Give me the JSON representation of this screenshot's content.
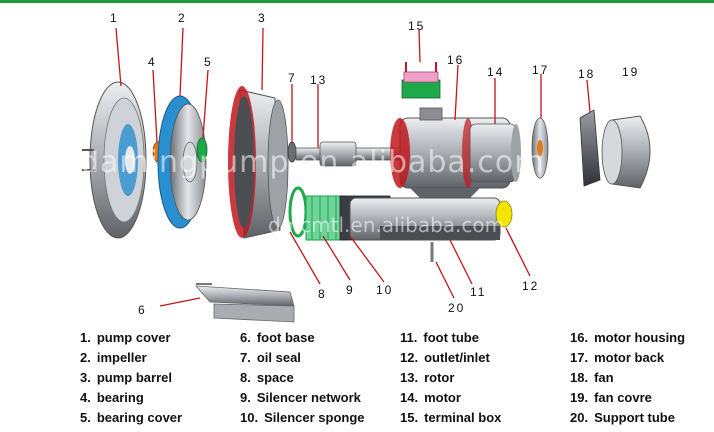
{
  "watermarks": [
    "damingpump.en.alibaba.com",
    "dmcmtl.en.alibaba.com"
  ],
  "callouts": [
    "1",
    "2",
    "3",
    "4",
    "5",
    "6",
    "7",
    "8",
    "9",
    "10",
    "11",
    "12",
    "13",
    "14",
    "15",
    "16",
    "17",
    "18",
    "19",
    "20"
  ],
  "legend": {
    "col1": [
      {
        "n": "1.",
        "t": "pump cover"
      },
      {
        "n": "2.",
        "t": "impeller"
      },
      {
        "n": "3.",
        "t": "pump barrel"
      },
      {
        "n": "4.",
        "t": "bearing"
      },
      {
        "n": "5.",
        "t": "bearing cover"
      }
    ],
    "col2": [
      {
        "n": "6.",
        "t": "foot base"
      },
      {
        "n": "7.",
        "t": "oil seal"
      },
      {
        "n": "8.",
        "t": "space"
      },
      {
        "n": "9.",
        "t": "Silencer network"
      },
      {
        "n": "10.",
        "t": "Silencer sponge"
      }
    ],
    "col3": [
      {
        "n": "11.",
        "t": "foot tube"
      },
      {
        "n": "12.",
        "t": "outlet/inlet"
      },
      {
        "n": "13.",
        "t": "rotor"
      },
      {
        "n": "14.",
        "t": "motor"
      },
      {
        "n": "15.",
        "t": "terminal box"
      }
    ],
    "col4": [
      {
        "n": "16.",
        "t": "motor housing"
      },
      {
        "n": "17.",
        "t": "motor back"
      },
      {
        "n": "18.",
        "t": "fan"
      },
      {
        "n": "19.",
        "t": "fan covre"
      },
      {
        "n": "20.",
        "t": "Support tube"
      }
    ]
  },
  "colors": {
    "leader": "#c0171d",
    "metal": "#b9bcc0",
    "blue_accent": "#2a8fd0",
    "green_accent": "#1ea84a",
    "yellow_accent": "#f2e600",
    "top_rule": "#1f9a3a"
  }
}
